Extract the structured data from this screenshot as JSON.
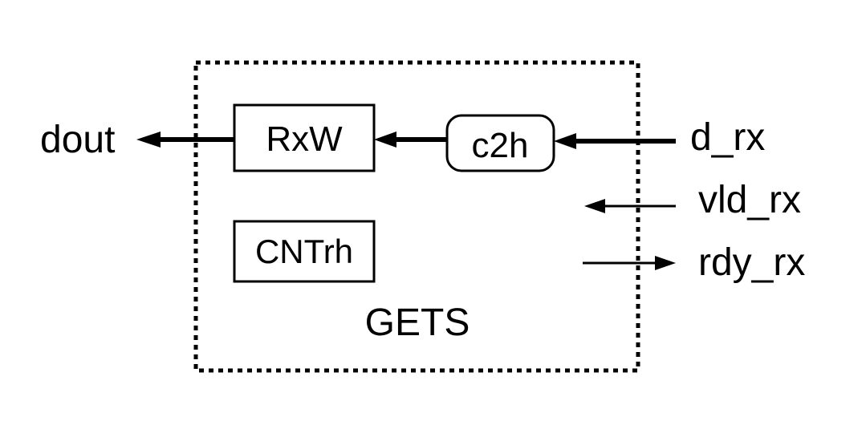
{
  "diagram": {
    "container_label": "GETS",
    "blocks": {
      "rxw": "RxW",
      "c2h": "c2h",
      "cntrh": "CNTrh"
    },
    "signals": {
      "dout": "dout",
      "d_rx": "d_rx",
      "vld_rx": "vld_rx",
      "rdy_rx": "rdy_rx"
    }
  }
}
